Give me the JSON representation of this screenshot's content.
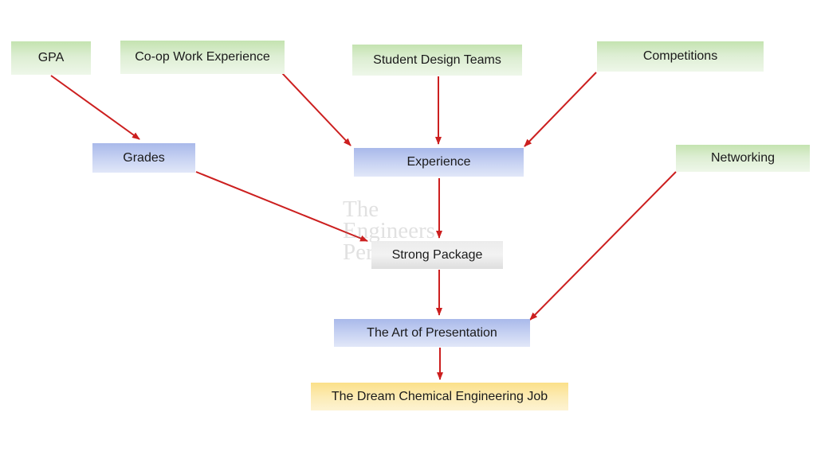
{
  "diagram": {
    "nodes": {
      "gpa": "GPA",
      "coop": "Co-op Work Experience",
      "design_teams": "Student Design Teams",
      "competitions": "Competitions",
      "grades": "Grades",
      "experience": "Experience",
      "networking": "Networking",
      "strong_package": "Strong Package",
      "presentation": "The Art of Presentation",
      "dream_job": "The Dream Chemical Engineering Job"
    },
    "edges": [
      {
        "from": "gpa",
        "to": "grades"
      },
      {
        "from": "coop",
        "to": "experience"
      },
      {
        "from": "design_teams",
        "to": "experience"
      },
      {
        "from": "competitions",
        "to": "experience"
      },
      {
        "from": "grades",
        "to": "strong_package"
      },
      {
        "from": "experience",
        "to": "strong_package"
      },
      {
        "from": "strong_package",
        "to": "presentation"
      },
      {
        "from": "networking",
        "to": "presentation"
      },
      {
        "from": "presentation",
        "to": "dream_job"
      }
    ],
    "colors": {
      "arrow": "#cc1f1f",
      "source_node": "#d6ebc9",
      "intermediate_node": "#bfcbf0",
      "package_node": "#ececec",
      "goal_node": "#fce7a6"
    }
  },
  "watermark": {
    "line1": "The",
    "line2": "Engineers",
    "line3": "Perspective"
  }
}
